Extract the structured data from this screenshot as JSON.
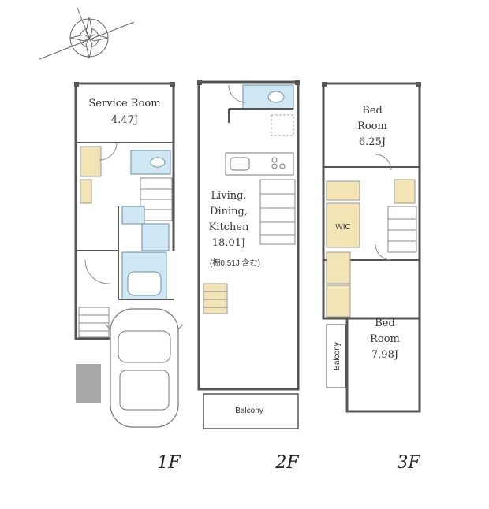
{
  "floors": {
    "f1": {
      "label": "1F",
      "room_service": "Service Room",
      "room_service_area": "4.47J"
    },
    "f2": {
      "label": "2F",
      "ldk_1": "Living,",
      "ldk_2": "Dining,",
      "ldk_3": "Kitchen",
      "ldk_area": "18.01J",
      "ldk_note": "(棚0.51J 含む)",
      "balcony": "Balcony"
    },
    "f3": {
      "label": "3F",
      "bed1_1": "Bed",
      "bed1_2": "Room",
      "bed1_area": "6.25J",
      "bed2_1": "Bed",
      "bed2_2": "Room",
      "bed2_area": "7.98J",
      "wic": "WIC",
      "balcony": "Balcony"
    }
  }
}
